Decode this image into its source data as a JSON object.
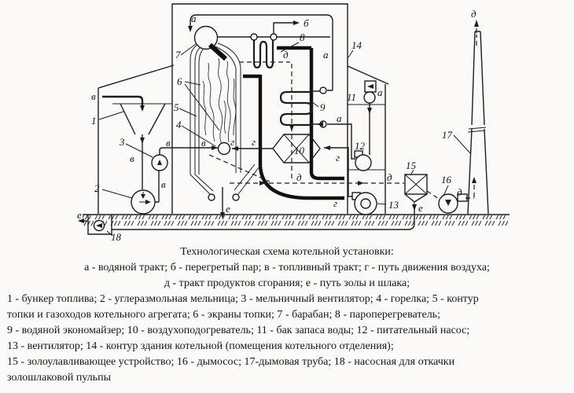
{
  "figure": {
    "background": "#fbfaf9",
    "ink": "#1d1d1d"
  },
  "diagram": {
    "component_labels": {
      "c1": "1",
      "c2": "2",
      "c3": "3",
      "c4": "4",
      "c5": "5",
      "c6": "6",
      "c7": "7",
      "c8": "8",
      "c9": "9",
      "c10": "10",
      "c11": "11",
      "c12": "12",
      "c13": "13",
      "c14": "14",
      "c15": "15",
      "c16": "16",
      "c17": "17",
      "c18": "18"
    },
    "flow_labels": {
      "water": "а",
      "steam": "б",
      "fuel": "в",
      "air": "г",
      "flue_gas": "д",
      "ash": "е"
    }
  },
  "caption": {
    "title": "Технологическая схема котельной установки:",
    "lines": [
      "а - водяной тракт; б - перегретый пар; в - топливный тракт; г - путь движения воздуха;",
      "д - тракт продуктов сгорания; е - путь золы и шлака;",
      "1 - бункер топлива; 2 - углеразмольная мельница; 3 - мельничный вентилятор; 4 - горелка; 5 - контур",
      "топки и газоходов котельного агрегата; 6 - экраны топки; 7 - барабан; 8 - пароперегреватель;",
      "9 - водяной экономайзер; 10 - воздухоподогреватель; 11 - бак запаса воды; 12 - питательный насос;",
      "13 - вентилятор; 14 - контур здания котельной (помещения котельного отделения);",
      "15 - золоулавливающее устройство; 16 - дымосос; 17-дымовая труба; 18 - насосная для откачки",
      "золошлаковой пульпы"
    ]
  }
}
